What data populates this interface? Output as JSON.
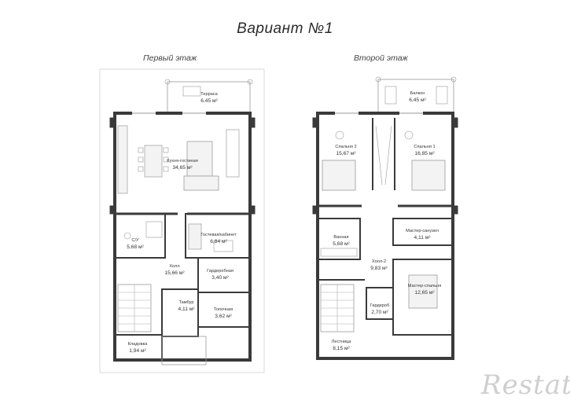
{
  "title": "Вариант №1",
  "floors": [
    {
      "label": "Первый этаж",
      "rooms": [
        {
          "name": "Терраса",
          "area": "6,45 м²"
        },
        {
          "name": "Кухня-гостиная",
          "area": "34,65 м²"
        },
        {
          "name": "С/У",
          "area": "5,68 м²"
        },
        {
          "name": "Гостевая/кабинет",
          "area": "6,84 м²"
        },
        {
          "name": "Холл",
          "area": "15,66 м²"
        },
        {
          "name": "Гардеробная",
          "area": "3,40 м²"
        },
        {
          "name": "Тамбур",
          "area": "4,11 м²"
        },
        {
          "name": "Топочная",
          "area": "3,62 м²"
        },
        {
          "name": "Кладовка",
          "area": "1,94 м²"
        }
      ]
    },
    {
      "label": "Второй этаж",
      "rooms": [
        {
          "name": "Балкон",
          "area": "6,45 м²"
        },
        {
          "name": "Спальня 2",
          "area": "15,67 м²"
        },
        {
          "name": "Спальня 1",
          "area": "16,85 м²"
        },
        {
          "name": "Ванная",
          "area": "5,68 м²"
        },
        {
          "name": "Мастер-санузел",
          "area": "4,11 м²"
        },
        {
          "name": "Холл-2",
          "area": "9,83 м²"
        },
        {
          "name": "Мастер-спальня",
          "area": "12,65 м²"
        },
        {
          "name": "Гардероб",
          "area": "2,70 м²"
        },
        {
          "name": "Лестница",
          "area": "8,15 м²"
        }
      ]
    }
  ],
  "watermark": "Restate",
  "colors": {
    "wall": "#3a3a3a",
    "fill": "#f3f3f3",
    "line": "#9a9a9a"
  }
}
